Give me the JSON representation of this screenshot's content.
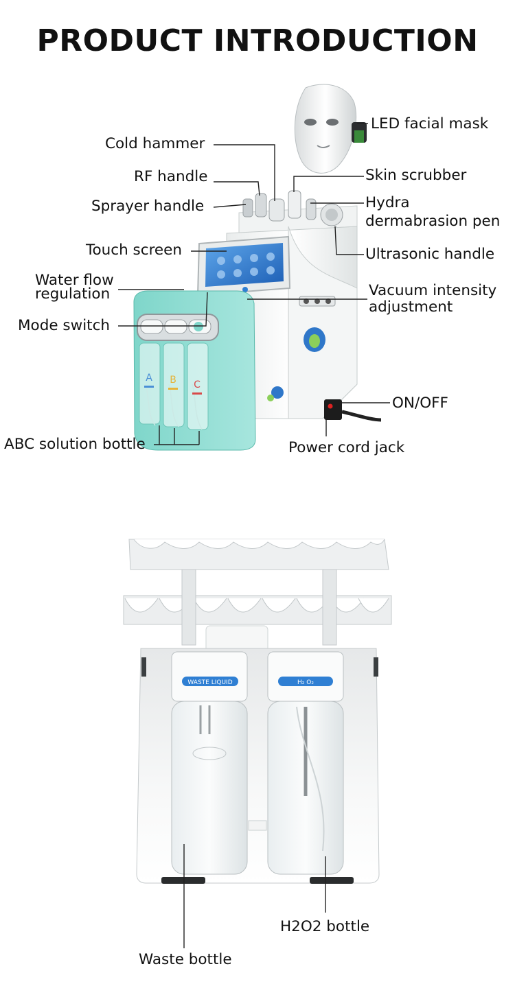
{
  "title": "PRODUCT INTRODUCTION",
  "top_labels": {
    "led_mask": "LED facial mask",
    "cold_hammer": "Cold hammer",
    "skin_scrubber": "Skin scrubber",
    "rf_handle": "RF handle",
    "hydra_line1": "Hydra",
    "hydra_line2": "dermabrasion pen",
    "sprayer_handle": "Sprayer handle",
    "ultrasonic_handle": "Ultrasonic handle",
    "touch_screen": "Touch screen",
    "water_flow_line1": "Water flow",
    "water_flow_line2": "regulation",
    "vacuum_line1": "Vacuum intensity",
    "vacuum_line2": "adjustment",
    "mode_switch": "Mode switch",
    "on_off": "ON/OFF",
    "abc_bottle": "ABC solution bottle",
    "power_cord": "Power cord jack"
  },
  "bottle_letters": [
    "A",
    "B",
    "C"
  ],
  "bottom_labels": {
    "h2o2_bottle": "H2O2 bottle",
    "waste_bottle": "Waste bottle"
  },
  "bottle_caps": {
    "waste": "WASTE LIQUID",
    "h2o2": "H₂ O₂"
  },
  "colors": {
    "teal": "#8fdcd2",
    "teal_dark": "#5fc4b6",
    "body_white": "#f2f4f4",
    "screen_blue": "#3a7fd0",
    "cap_blue": "#2f7fd3"
  }
}
